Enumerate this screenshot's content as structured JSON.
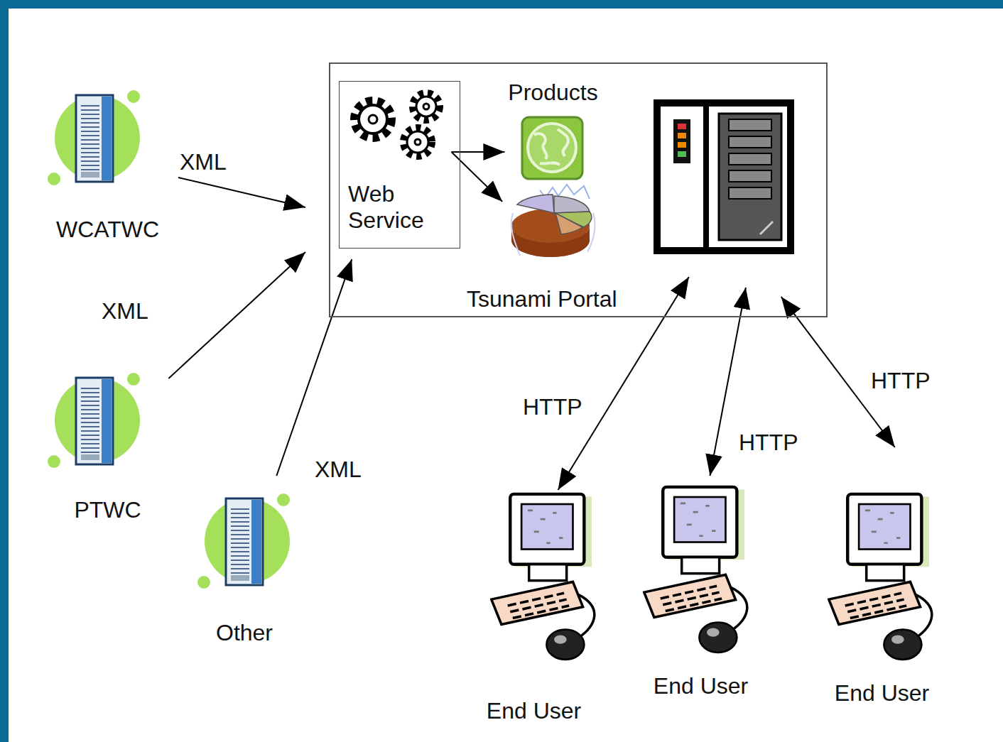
{
  "diagram": {
    "nodes": [
      {
        "text": [
          "WCATWC"
        ]
      },
      {
        "text": [
          "Tsunami Portal"
        ]
      },
      {
        "text": [
          "Web Service"
        ],
        "in": 1
      },
      {
        "text": [
          "Products"
        ],
        "in": 1
      },
      {
        "text": [
          "PTWC"
        ]
      },
      {
        "text": [
          "Other"
        ]
      },
      {
        "text": [
          "End User"
        ]
      },
      {
        "text": [
          "End User"
        ]
      },
      {
        "text": [
          "End User"
        ]
      }
    ],
    "edges": [
      {
        "from": 0,
        "to": 1,
        "label": "XML",
        "arrow": "to"
      },
      {
        "from": 4,
        "to": 1,
        "label": "XML",
        "arrow": "to"
      },
      {
        "from": 5,
        "to": 1,
        "label": "XML",
        "arrow": "to"
      },
      {
        "from": 2,
        "to": 3,
        "arrow": "to"
      },
      {
        "from": 2,
        "to": 3,
        "arrow": "to"
      },
      {
        "from": 1,
        "to": 6,
        "label": "HTTP",
        "arrow": "both"
      },
      {
        "from": 1,
        "to": 7,
        "label": "HTTP",
        "arrow": "both"
      },
      {
        "from": 1,
        "to": 8,
        "label": "HTTP",
        "arrow": "both"
      }
    ]
  }
}
